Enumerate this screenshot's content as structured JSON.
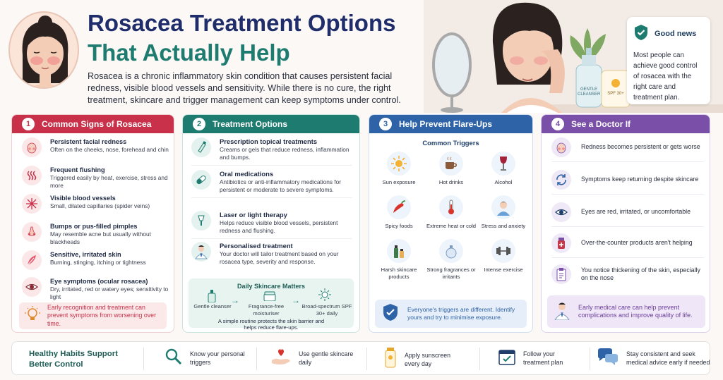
{
  "header": {
    "title_line1": "Rosacea Treatment Options",
    "title_line2": "That Actually Help",
    "intro": "Rosacea is a chronic inflammatory skin condition that causes persistent facial redness, visible blood vessels and sensitivity. While there is no cure, the right treatment, skincare and trigger management can keep symptoms under control."
  },
  "hero": {
    "bottle1_label": "GENTLE CLEANSER",
    "bottle2_label": "SPF 30+"
  },
  "good_news": {
    "title": "Good news",
    "text": "Most people can achieve good control of rosacea with the right care and treatment plan."
  },
  "signs": {
    "number": "1",
    "title": "Common Signs of Rosacea",
    "items": [
      {
        "title": "Persistent facial redness",
        "desc": "Often on the cheeks, nose, forehead and chin",
        "icon": "face-redness-icon"
      },
      {
        "title": "Frequent flushing",
        "desc": "Triggered easily by heat, exercise, stress and more",
        "icon": "heat-waves-icon"
      },
      {
        "title": "Visible blood vessels",
        "desc": "Small, dilated capillaries (spider veins)",
        "icon": "blood-vessels-icon"
      },
      {
        "title": "Bumps or pus-filled pimples",
        "desc": "May resemble acne but usually without blackheads",
        "icon": "nose-bumps-icon"
      },
      {
        "title": "Sensitive, irritated skin",
        "desc": "Burning, stinging, itching or tightness",
        "icon": "feather-icon"
      },
      {
        "title": "Eye symptoms (ocular rosacea)",
        "desc": "Dry, irritated, red or watery eyes; sensitivity to light",
        "icon": "eye-icon"
      }
    ],
    "note": "Early recognition and treatment can prevent symptoms from worsening over time."
  },
  "treatments": {
    "number": "2",
    "title": "Treatment Options",
    "items": [
      {
        "title": "Prescription topical treatments",
        "desc": "Creams or gels that reduce redness, inflammation and bumps.",
        "icon": "cream-tube-icon"
      },
      {
        "title": "Oral medications",
        "desc": "Antibiotics or anti-inflammatory medications for persistent or moderate to severe symptoms.",
        "icon": "capsule-icon"
      },
      {
        "title": "Laser or light therapy",
        "desc": "Helps reduce visible blood vessels, persistent redness and flushing.",
        "icon": "laser-device-icon"
      },
      {
        "title": "Personalised treatment",
        "desc": "Your doctor will tailor treatment based on your rosacea type, severity and response.",
        "icon": "doctor-icon"
      }
    ],
    "skincare": {
      "title": "Daily Skincare Matters",
      "items": [
        "Gentle cleanser",
        "Fragrance-free moisturiser",
        "Broad-spectrum SPF 30+ daily"
      ],
      "footer": "A simple routine protects the skin barrier and helps reduce flare-ups."
    }
  },
  "prevent": {
    "number": "3",
    "title": "Help Prevent Flare-Ups",
    "subtitle": "Common Triggers",
    "triggers": [
      {
        "label": "Sun exposure",
        "icon": "sun-icon"
      },
      {
        "label": "Hot drinks",
        "icon": "hot-drink-icon"
      },
      {
        "label": "Alcohol",
        "icon": "wine-glass-icon"
      },
      {
        "label": "Spicy foods",
        "icon": "chili-pepper-icon"
      },
      {
        "label": "Extreme heat or cold",
        "icon": "thermometer-icon"
      },
      {
        "label": "Stress and anxiety",
        "icon": "stressed-person-icon"
      },
      {
        "label": "Harsh skincare products",
        "icon": "skincare-bottles-icon"
      },
      {
        "label": "Strong fragrances or irritants",
        "icon": "perfume-icon"
      },
      {
        "label": "Intense exercise",
        "icon": "dumbbell-icon"
      }
    ],
    "note": "Everyone's triggers are different. Identify yours and try to minimise exposure."
  },
  "doctor": {
    "number": "4",
    "title": "See a Doctor If",
    "items": [
      {
        "text": "Redness becomes persistent or gets worse",
        "icon": "red-face-icon"
      },
      {
        "text": "Symptoms keep returning despite skincare",
        "icon": "refresh-arrows-icon"
      },
      {
        "text": "Eyes are red, irritated, or uncomfortable",
        "icon": "eye-icon"
      },
      {
        "text": "Over-the-counter products aren't helping",
        "icon": "medicine-bottle-icon"
      },
      {
        "text": "You notice thickening of the skin, especially on the nose",
        "icon": "clipboard-icon"
      }
    ],
    "note": "Early medical care can help prevent complications and improve quality of life."
  },
  "footer": {
    "title": "Healthy Habits Support Better Control",
    "items": [
      {
        "text": "Know your personal triggers",
        "icon": "magnifier-icon"
      },
      {
        "text": "Use gentle skincare daily",
        "icon": "heart-hand-icon"
      },
      {
        "text": "Apply sunscreen every day",
        "icon": "sunscreen-icon"
      },
      {
        "text": "Follow your treatment plan",
        "icon": "calendar-check-icon"
      },
      {
        "text": "Stay consistent and seek medical advice early if needed",
        "icon": "chat-bubbles-icon"
      }
    ]
  }
}
